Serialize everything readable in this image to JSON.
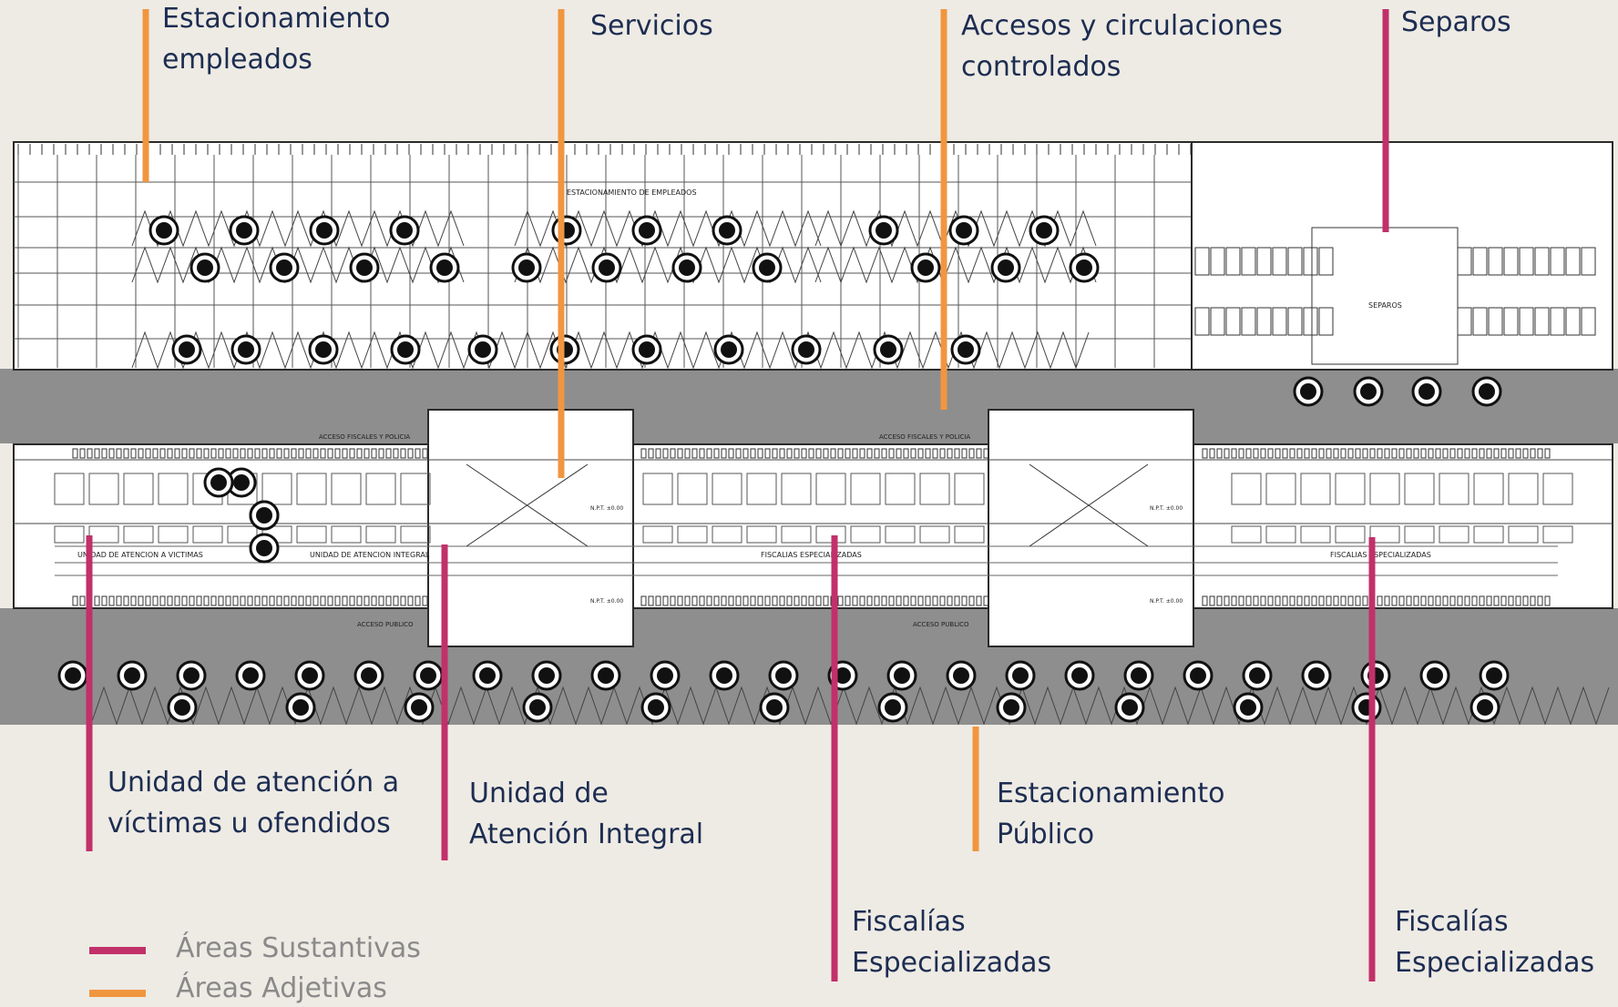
{
  "colors": {
    "sustantivas": "#c2306a",
    "adjetivas": "#f0963f",
    "callout_text": "#1d2d52",
    "legend_text": "#8a8a8a",
    "background": "#eeebe4",
    "road": "#8e8e8e",
    "plan_line": "#2a2a2a"
  },
  "plan_labels": {
    "parking_employees": "ESTACIONAMIENTO DE EMPLEADOS",
    "access_top_left": "ACCESO FISCALES Y POLICIA",
    "access_top_right": "ACCESO FISCALES Y POLICIA",
    "victims_unit": "UNIDAD DE ATENCION A VICTIMAS",
    "integral_unit": "UNIDAD DE ATENCION INTEGRAL",
    "fiscalias_center": "FISCALIAS ESPECIALIZADAS",
    "fiscalias_right": "FISCALIAS ESPECIALIZADAS",
    "public_access_left": "ACCESO PUBLICO",
    "public_access_right": "ACCESO PUBLICO",
    "separos": "SEPAROS",
    "level_1": "N.P.T. ±0.00",
    "level_2": "N.P.T. ±0.00",
    "level_3": "N.P.T. ±0.00",
    "level_4": "N.P.T. ±0.00"
  },
  "callouts": {
    "estacionamiento_empleados": [
      "Estacionamiento",
      "empleados"
    ],
    "servicios": [
      "Servicios"
    ],
    "accesos": [
      "Accesos y circulaciones",
      "controlados"
    ],
    "separos": [
      "Separos"
    ],
    "victimas": [
      "Unidad de atención a",
      "víctimas u ofendidos"
    ],
    "integral": [
      "Unidad de",
      "Atención Integral"
    ],
    "estacionamiento_publico": [
      "Estacionamiento",
      "Público"
    ],
    "fiscalias_1": [
      "Fiscalías",
      "Especializadas"
    ],
    "fiscalias_2": [
      "Fiscalías",
      "Especializadas"
    ]
  },
  "legend": {
    "sustantivas": "Áreas Sustantivas",
    "adjetivas": "Áreas Adjetivas"
  }
}
